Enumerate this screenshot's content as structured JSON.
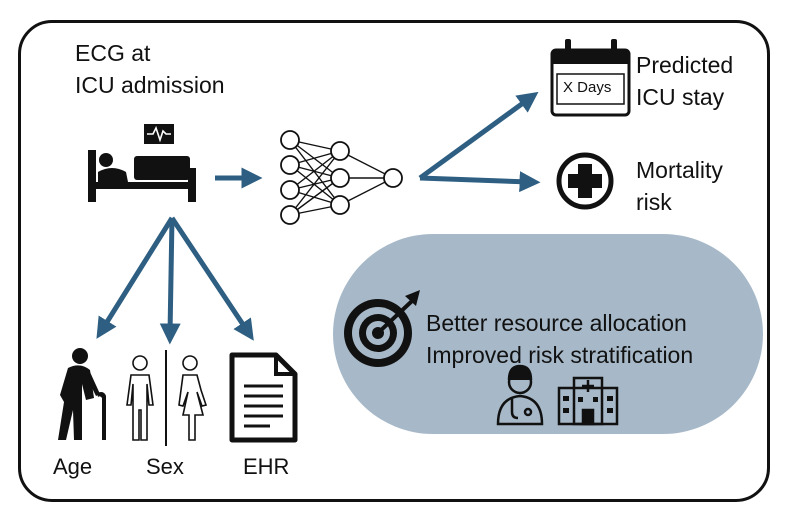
{
  "input": {
    "title_line1": "ECG at",
    "title_line2": "ICU admission"
  },
  "outputs": {
    "stay_line1": "Predicted",
    "stay_line2": "ICU stay",
    "calendar_text": "X Days",
    "mortality_line1": "Mortality",
    "mortality_line2": "risk"
  },
  "features": {
    "age": "Age",
    "sex": "Sex",
    "ehr": "EHR"
  },
  "benefits": {
    "line1": "Better resource allocation",
    "line2": "Improved risk stratification"
  },
  "colors": {
    "arrow": "#2e5f82",
    "panel": "#a7b9c9",
    "ink": "#111111"
  },
  "icons": [
    "ecg-monitor-icon",
    "bed-patient-icon",
    "neural-network-icon",
    "calendar-icon",
    "medical-cross-icon",
    "elderly-person-icon",
    "man-icon",
    "woman-icon",
    "document-icon",
    "target-icon",
    "doctor-icon",
    "hospital-icon"
  ]
}
